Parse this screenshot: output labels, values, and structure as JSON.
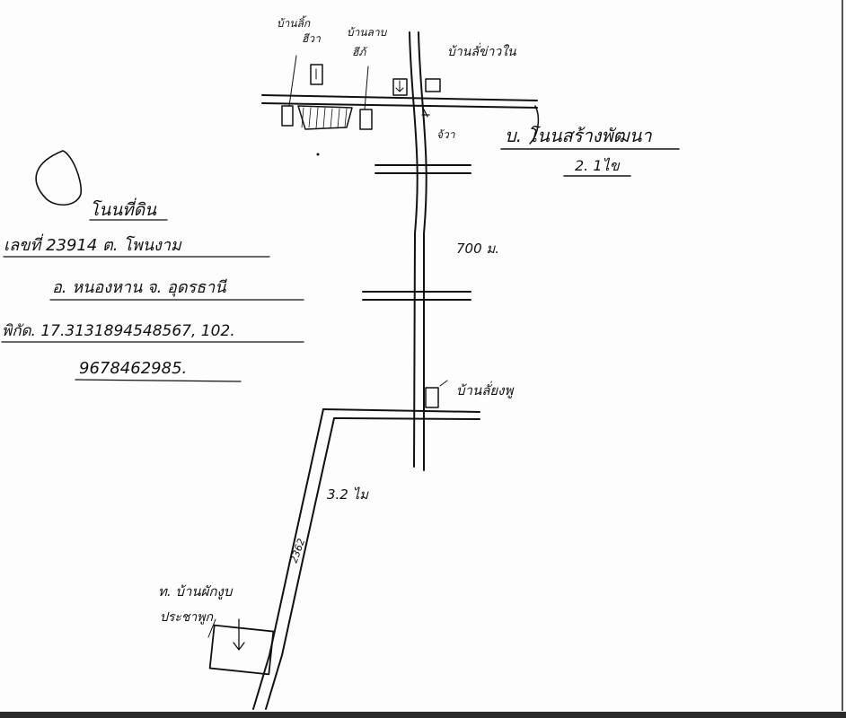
{
  "map": {
    "labels": {
      "top_house_1": "บ้านลิ้ก",
      "top_house_1_sub": "ฮีวา",
      "top_house_2": "บ้านลาบ",
      "top_house_2_sub": "ฮีภ้",
      "top_house_3": "บ้านลั่ข่าวใน",
      "junction_word": "จ้วา",
      "village_name": "บ. โนนสร้างพัฒนา",
      "village_distance": "2. 1ไข",
      "distance_middle": "700 ม.",
      "side_house": "บ้านลั่ยงพู",
      "road_distance": "3.2 ไม",
      "road_number": "2362",
      "bottom_place": "ท. บ้านผักงูบ",
      "bottom_place_sub": "ประชาพูก",
      "location_title": "โนนที่ดิน",
      "location_line1": "เลขที่ 23914 ต. โพนงาม",
      "location_line2": "อ. หนองหาน จ. อุดรธานี",
      "location_line3": "พิกัด. 17.3131894548567, 102.",
      "location_line4": "9678462985."
    },
    "colors": {
      "ink": "#111111",
      "paper": "#fdfdfd",
      "bottom_border": "#2b2b2b"
    }
  }
}
